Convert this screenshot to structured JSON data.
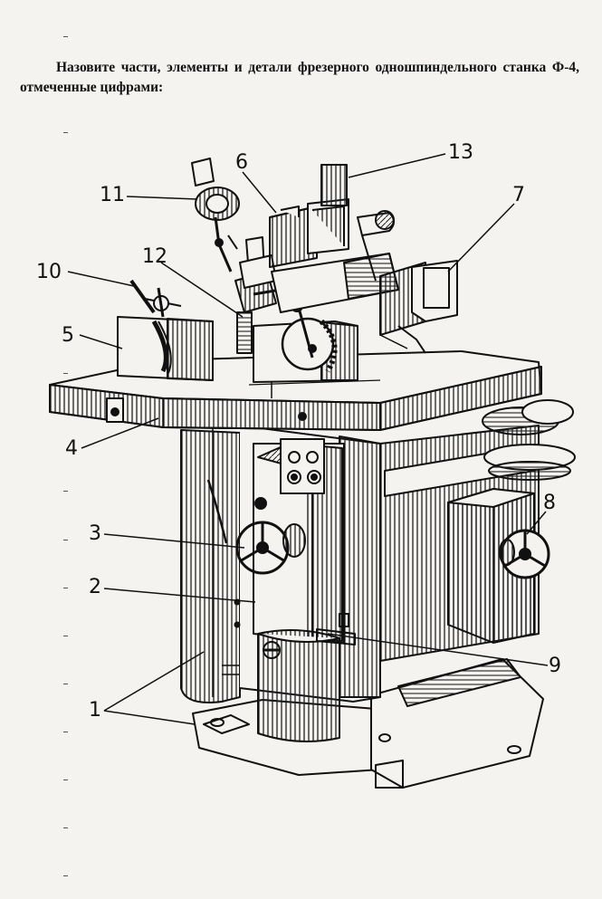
{
  "question": {
    "line1": "Назовите части, элементы и детали фрезерного одношпиндельного",
    "line2": "станка Ф-4, отмеченные цифрами:"
  },
  "callouts": [
    {
      "id": "c1",
      "label": "1"
    },
    {
      "id": "c2",
      "label": "2"
    },
    {
      "id": "c3",
      "label": "3"
    },
    {
      "id": "c4",
      "label": "4"
    },
    {
      "id": "c5",
      "label": "5"
    },
    {
      "id": "c6",
      "label": "6"
    },
    {
      "id": "c7",
      "label": "7"
    },
    {
      "id": "c8",
      "label": "8"
    },
    {
      "id": "c9",
      "label": "9"
    },
    {
      "id": "c10",
      "label": "10"
    },
    {
      "id": "c11",
      "label": "11"
    },
    {
      "id": "c12",
      "label": "12"
    },
    {
      "id": "c13",
      "label": "13"
    }
  ],
  "colors": {
    "ink": "#111111",
    "paper": "#f4f3ef"
  }
}
